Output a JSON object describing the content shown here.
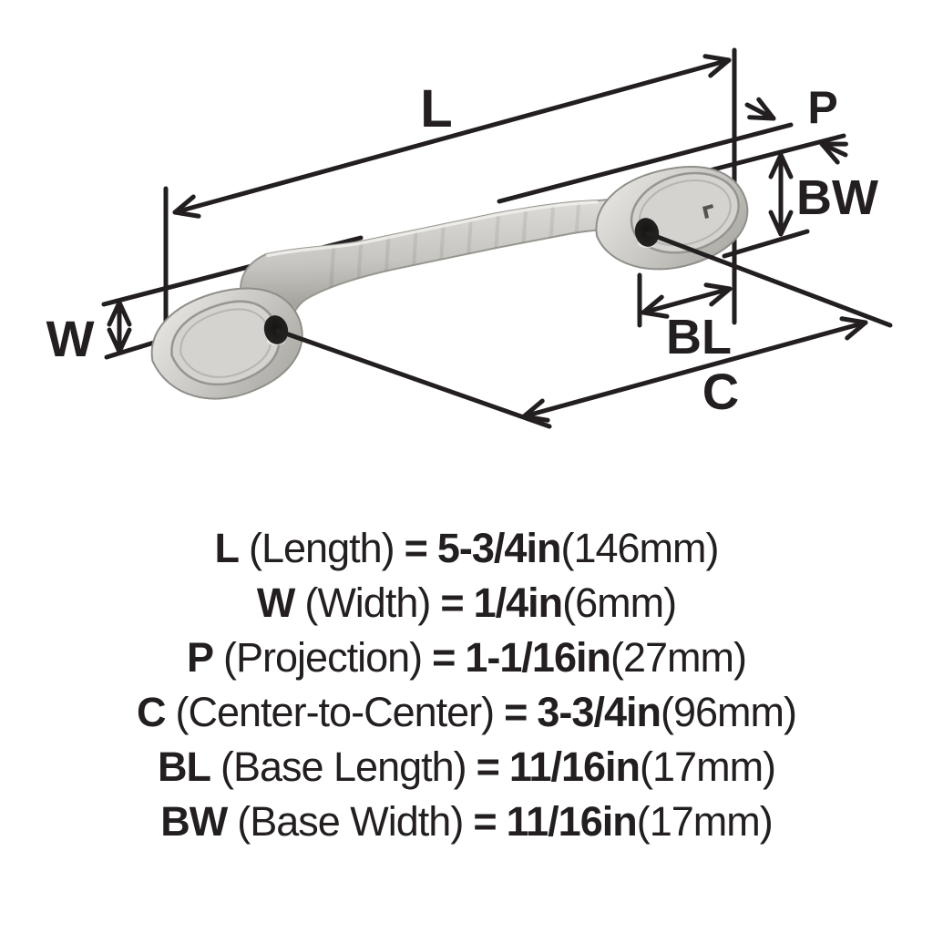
{
  "colors": {
    "background": "#ffffff",
    "line": "#231f20",
    "text": "#231f20",
    "metal_light": "#eceae7",
    "metal_mid": "#c6c5c1",
    "metal_dark": "#a5a49e",
    "metal_face": "#d4d3cf",
    "hole": "#262422"
  },
  "diagram": {
    "labels": {
      "length": "L",
      "projection": "P",
      "base_width": "BW",
      "width": "W",
      "base_length": "BL",
      "center_to_center": "C"
    }
  },
  "legend": {
    "rows": [
      {
        "code": "L",
        "desc": "(Length)",
        "eq": "=",
        "imperial": "5-3/4in",
        "metric": "(146mm)"
      },
      {
        "code": "W",
        "desc": "(Width)",
        "eq": "=",
        "imperial": "1/4in",
        "metric": "(6mm)"
      },
      {
        "code": "P",
        "desc": "(Projection)",
        "eq": "=",
        "imperial": "1-1/16in",
        "metric": "(27mm)"
      },
      {
        "code": "C",
        "desc": "(Center-to-Center)",
        "eq": "=",
        "imperial": "3-3/4in",
        "metric": "(96mm)"
      },
      {
        "code": "BL",
        "desc": "(Base Length)",
        "eq": "=",
        "imperial": "11/16in",
        "metric": "(17mm)"
      },
      {
        "code": "BW",
        "desc": "(Base Width)",
        "eq": "=",
        "imperial": "11/16in",
        "metric": "(17mm)"
      }
    ]
  }
}
